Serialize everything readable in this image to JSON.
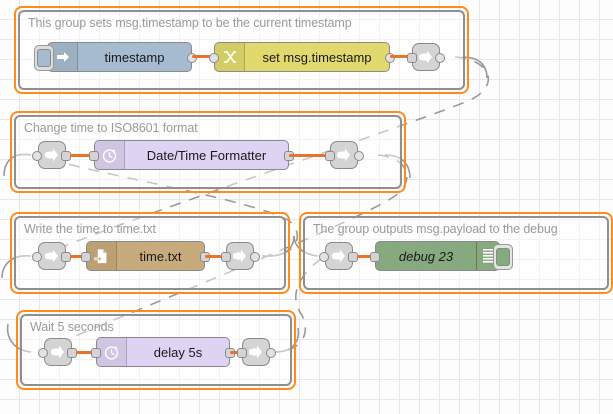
{
  "editor": {
    "app": "node-red-flow-editor",
    "grid_color": "#e8e8e8",
    "canvas_background": "#fdfdfd",
    "selection_color": "#ff8c1a",
    "wire_color": "#e8742c",
    "link_wire_color": "#999999"
  },
  "groups": [
    {
      "id": "group-timestamp",
      "label": "This group sets msg.timestamp to be the current timestamp",
      "nodes": [
        {
          "id": "inject-timestamp",
          "type": "inject",
          "label": "timestamp",
          "icon": "arrow-right-icon",
          "color": "#a6bbcf"
        },
        {
          "id": "change-set-timestamp",
          "type": "change",
          "label": "set msg.timestamp",
          "icon": "shuffle-icon",
          "color": "#e2d96e"
        },
        {
          "id": "link-out-1",
          "type": "link out",
          "label": "",
          "icon": "link-out-icon",
          "color": "#d4d4d4"
        }
      ]
    },
    {
      "id": "group-iso8601",
      "label": "Change time to ISO8601 format",
      "nodes": [
        {
          "id": "link-in-2",
          "type": "link in",
          "label": "",
          "icon": "link-in-icon",
          "color": "#d4d4d4"
        },
        {
          "id": "datetime-formatter",
          "type": "moment",
          "label": "Date/Time Formatter",
          "icon": "clock-icon",
          "color": "#ded3f3"
        },
        {
          "id": "link-out-2",
          "type": "link out",
          "label": "",
          "icon": "link-out-icon",
          "color": "#d4d4d4"
        }
      ]
    },
    {
      "id": "group-writefile",
      "label": "Write the time to time.txt",
      "nodes": [
        {
          "id": "link-in-3",
          "type": "link in",
          "label": "",
          "icon": "link-in-icon",
          "color": "#d4d4d4"
        },
        {
          "id": "file-time-txt",
          "type": "file",
          "label": "time.txt",
          "icon": "file-write-icon",
          "color": "#c8ab7c"
        },
        {
          "id": "link-out-3",
          "type": "link out",
          "label": "",
          "icon": "link-out-icon",
          "color": "#d4d4d4"
        }
      ]
    },
    {
      "id": "group-debug",
      "label": "The group outputs msg.payload to the debug",
      "nodes": [
        {
          "id": "link-in-4",
          "type": "link in",
          "label": "",
          "icon": "link-in-icon",
          "color": "#d4d4d4"
        },
        {
          "id": "debug-23",
          "type": "debug",
          "label": "debug 23",
          "icon": "debug-lines-icon",
          "color": "#87a980",
          "enabled_toggle": true
        }
      ]
    },
    {
      "id": "group-delay",
      "label": "Wait 5 seconds",
      "nodes": [
        {
          "id": "link-in-5",
          "type": "link in",
          "label": "",
          "icon": "link-in-icon",
          "color": "#d4d4d4"
        },
        {
          "id": "delay-5s",
          "type": "delay",
          "label": "delay 5s",
          "icon": "clock-icon",
          "color": "#ded3f3"
        },
        {
          "id": "link-out-5",
          "type": "link out",
          "label": "",
          "icon": "link-out-icon",
          "color": "#d4d4d4"
        }
      ]
    }
  ]
}
